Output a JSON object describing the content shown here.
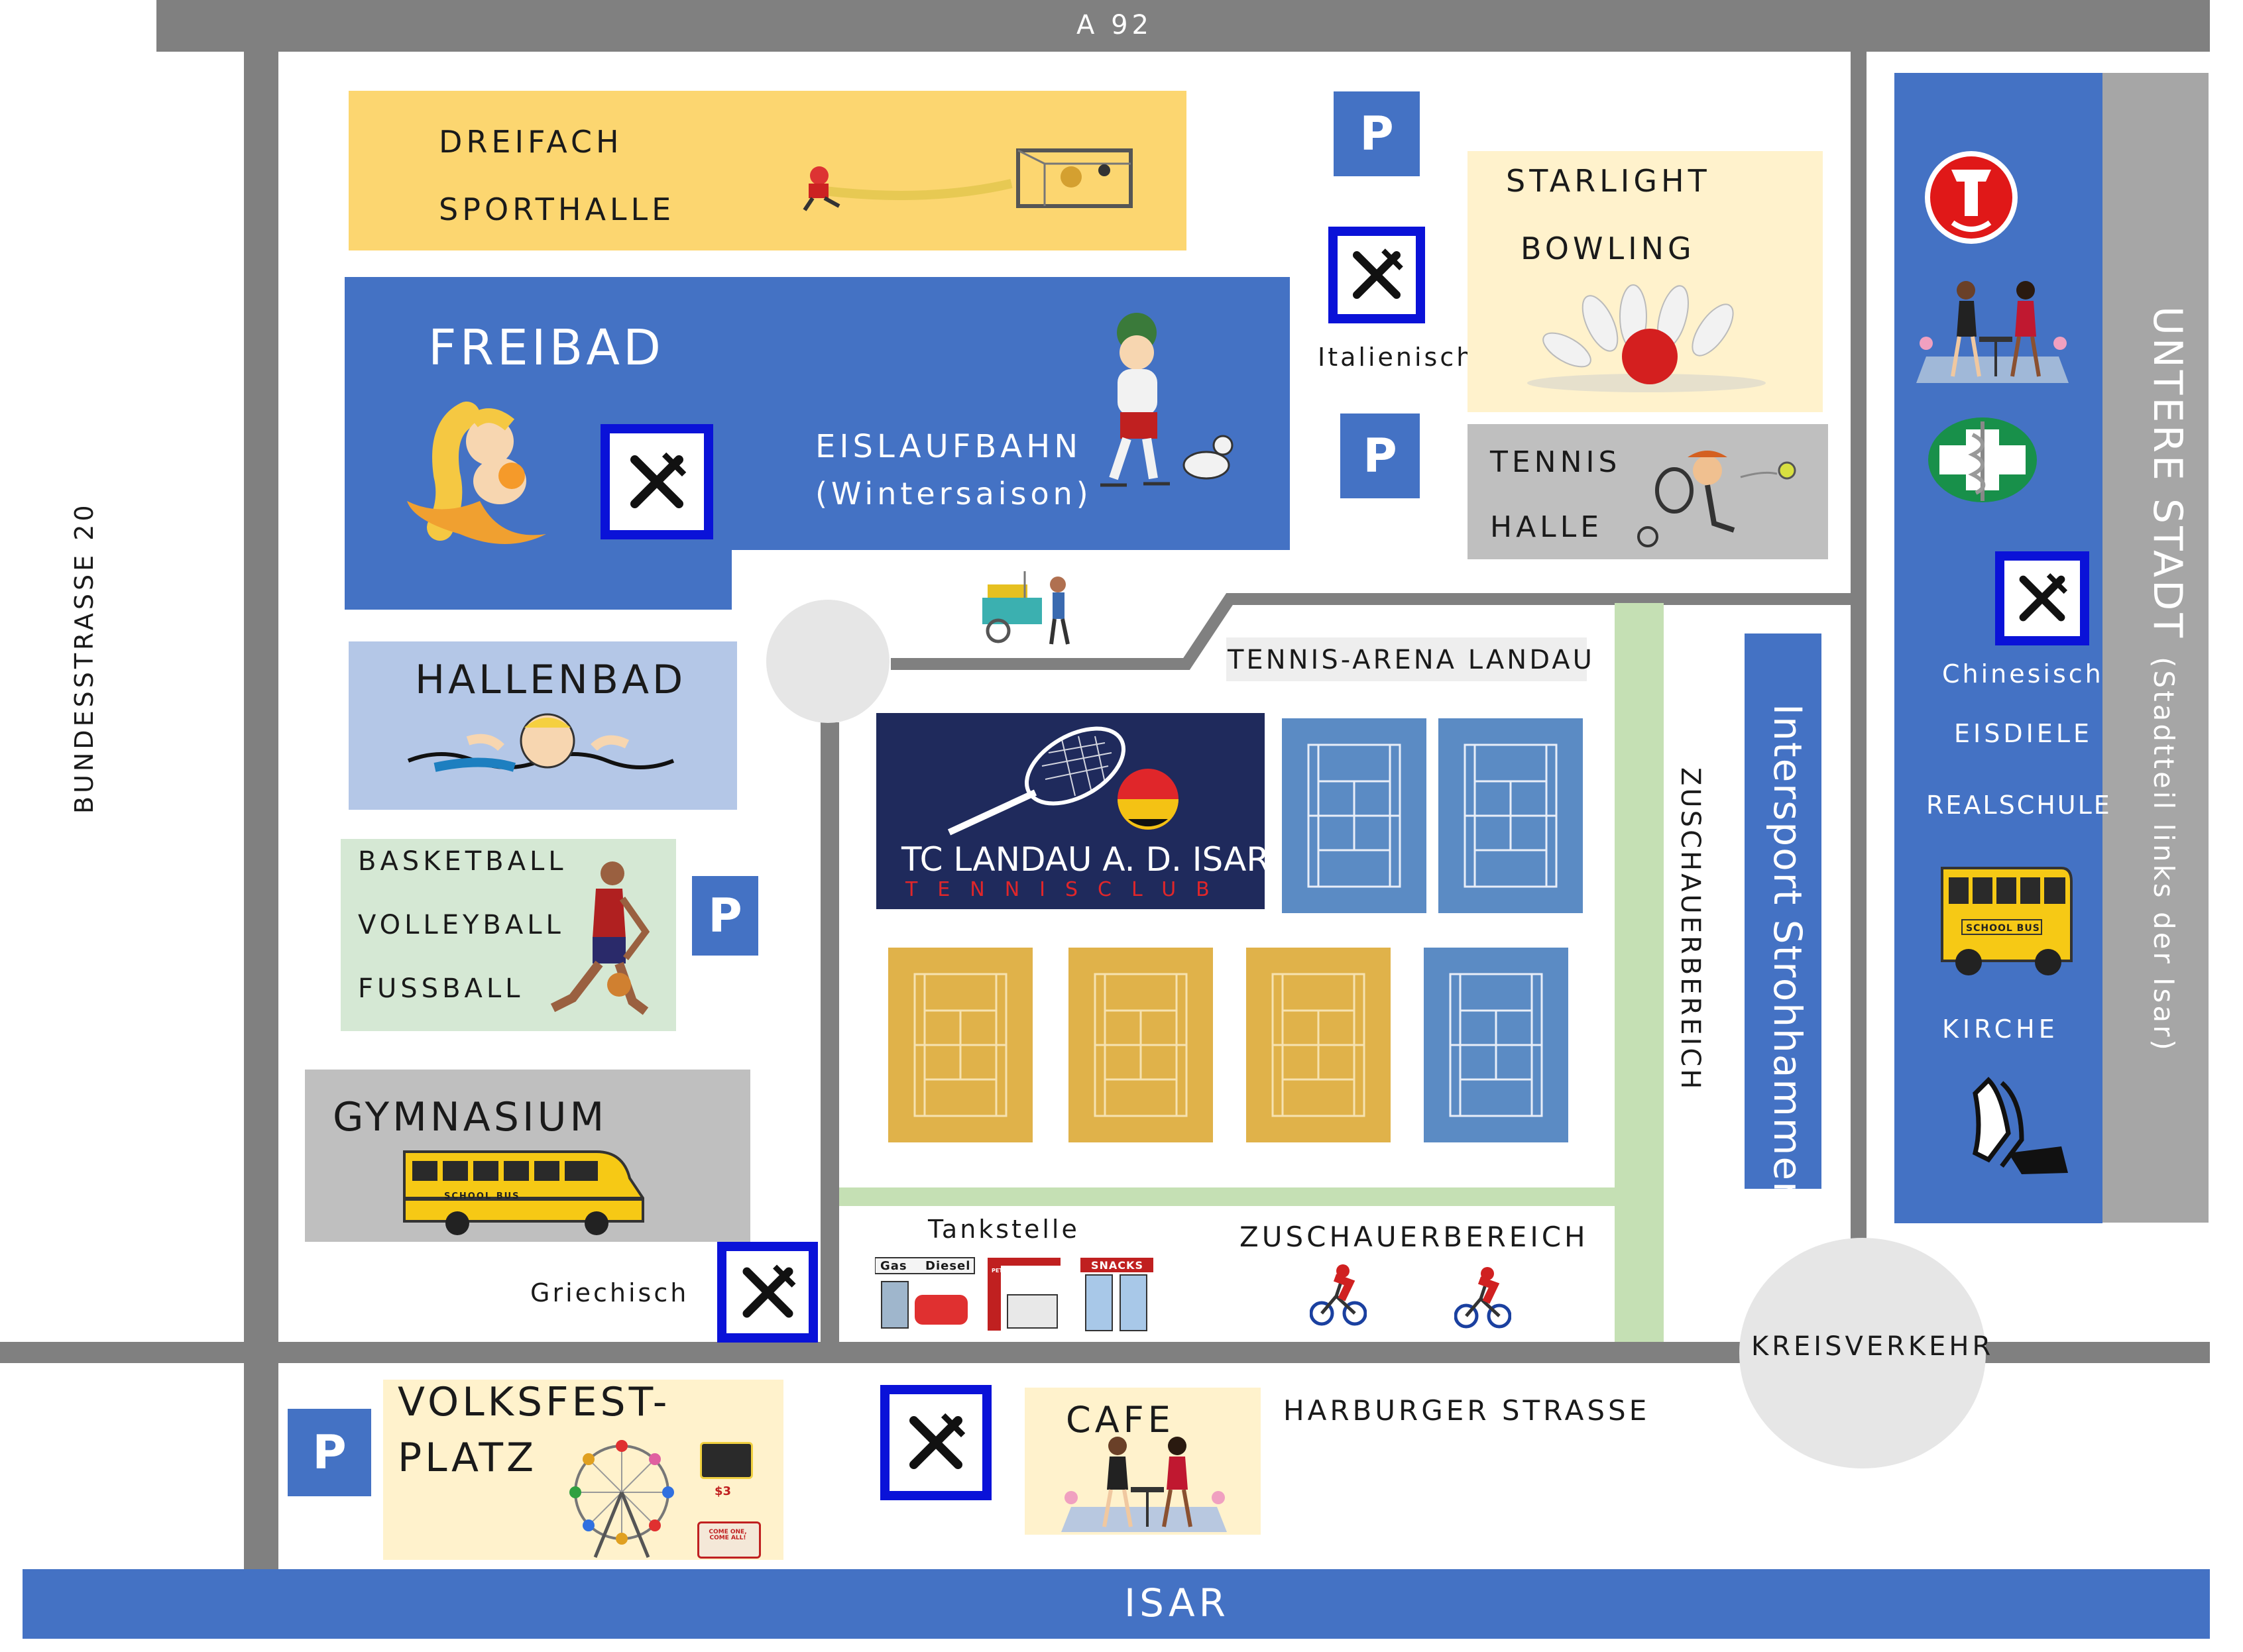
{
  "roads": {
    "top": "A 92",
    "left": "BUNDESSTRASSE 20",
    "bottom_river": "ISAR",
    "street_south": "HARBURGER STRASSE",
    "roundabout": "KREISVERKEHR",
    "right": "UNTERE STADT",
    "right_sub": "(Stadtteil links der Isar)"
  },
  "places": {
    "dreifach_1": "DREIFACH",
    "dreifach_2": "SPORTHALLE",
    "freibad": "FREIBAD",
    "eislauf_1": "EISLAUFBAHN",
    "eislauf_2": "(Wintersaison)",
    "starlight_1": "STARLIGHT",
    "starlight_2": "BOWLING",
    "tennishalle_1": "TENNIS",
    "tennishalle_2": "HALLE",
    "italienisch": "Italienisch",
    "hallenbad": "HALLENBAD",
    "sport_1": "BASKETBALL",
    "sport_2": "VOLLEYBALL",
    "sport_3": "FUSSBALL",
    "gymnasium": "GYMNASIUM",
    "griechisch": "Griechisch",
    "tennis_arena": "TENNIS-ARENA LANDAU",
    "tc_name": "TC LANDAU A. D. ISAR",
    "tc_sub": "TENNISCLUB",
    "zuschauer_vert": "ZUSCHAUERBEREICH",
    "zuschauer_horiz": "ZUSCHAUERBEREICH",
    "intersport": "Intersport Strohhammer",
    "tankstelle": "Tankstelle",
    "volksfest_1": "VOLKSFEST-",
    "volksfest_2": "PLATZ",
    "cafe": "CAFE",
    "chinesisch": "Chinesisch",
    "eisdiele": "EISDIELE",
    "realschule": "REALSCHULE",
    "kirche": "KIRCHE"
  },
  "signs": {
    "parking": "P",
    "gas": "Gas",
    "diesel": "Diesel",
    "petrol": "PETROL",
    "snacks": "SNACKS",
    "school_bus": "SCHOOL BUS",
    "come_one": "COME ONE, COME ALL!",
    "ticket_price": "$3"
  },
  "colors": {
    "road": "#808080",
    "blue": "#4472c4",
    "dark_navy": "#1f2a5c",
    "yellow": "#fcd670",
    "cream": "#fff2cc",
    "light_gray": "#bfbfbf",
    "light_blue": "#b4c7e7",
    "light_green": "#d5e8d4",
    "court_blue": "#5b8bc4",
    "court_gold": "#e0b24a",
    "restaurant_border": "#0a12d8"
  },
  "icons": [
    "pharmacy-icon",
    "cafe-couple-icon",
    "medical-cross-icon",
    "restaurant-icon",
    "school-bus-icon",
    "praying-hands-icon",
    "ferris-wheel-icon",
    "gas-station-icon",
    "cyclist-icon",
    "food-cart-icon",
    "bowling-icon",
    "tennis-player-icon",
    "swimmer-icon",
    "basketball-player-icon",
    "mermaid-icon",
    "ice-skater-icon",
    "soccer-goal-icon",
    "tennis-racket-logo-icon"
  ]
}
